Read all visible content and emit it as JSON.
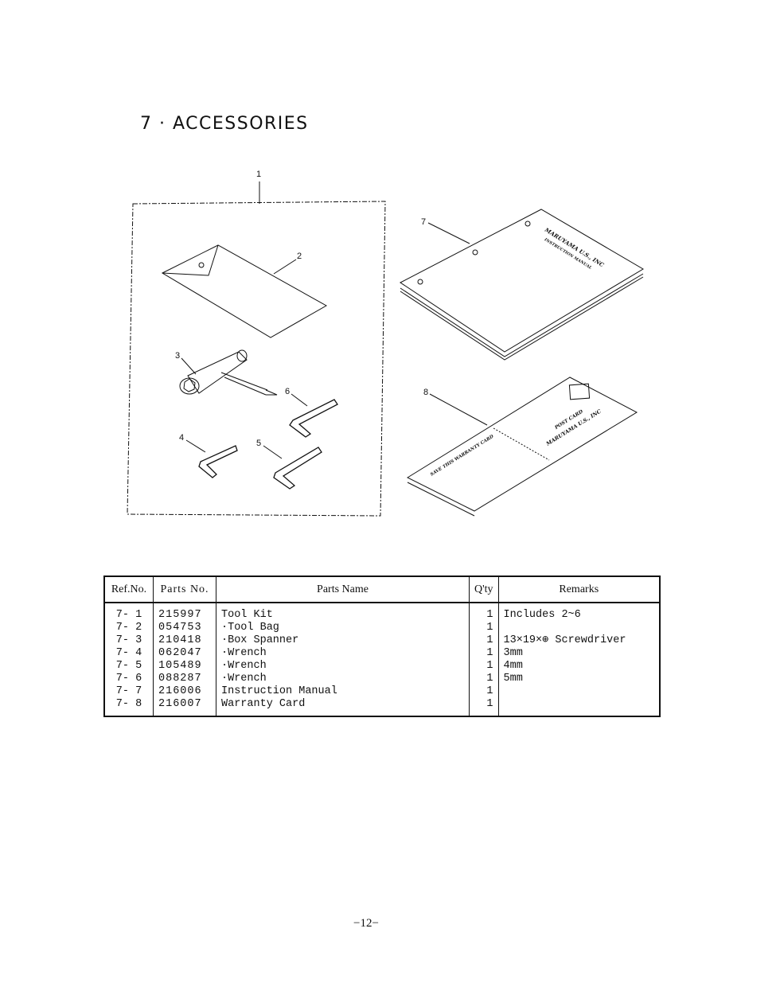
{
  "section_title": "7 · ACCESSORIES",
  "callouts": [
    "1",
    "2",
    "3",
    "4",
    "5",
    "6",
    "7",
    "8"
  ],
  "manual_cover_text": [
    "MARUYAMA U.S., INC",
    "INSTRUCTION MANUAL"
  ],
  "warranty_card_text": {
    "right_half": [
      "POST CARD",
      "MARUYAMA U.S., INC"
    ],
    "left_half": "SAVE THIS WARRANTY CARD"
  },
  "table": {
    "headers": [
      "Ref.No.",
      "Parts No.",
      "Parts Name",
      "Q'ty",
      "Remarks"
    ],
    "rows": [
      {
        "ref": "7- 1",
        "part_no": "215997",
        "name": "Tool Kit",
        "qty": "1",
        "remarks": "Includes 2~6"
      },
      {
        "ref": "7- 2",
        "part_no": "054753",
        "name": "·Tool Bag",
        "qty": "1",
        "remarks": ""
      },
      {
        "ref": "7- 3",
        "part_no": "210418",
        "name": "·Box Spanner",
        "qty": "1",
        "remarks": "13×19×⊕ Screwdriver"
      },
      {
        "ref": "7- 4",
        "part_no": "062047",
        "name": "·Wrench",
        "qty": "1",
        "remarks": "3mm"
      },
      {
        "ref": "7- 5",
        "part_no": "105489",
        "name": "·Wrench",
        "qty": "1",
        "remarks": "4mm"
      },
      {
        "ref": "7- 6",
        "part_no": "088287",
        "name": "·Wrench",
        "qty": "1",
        "remarks": "5mm"
      },
      {
        "ref": "7- 7",
        "part_no": "216006",
        "name": "Instruction Manual",
        "qty": "1",
        "remarks": ""
      },
      {
        "ref": "7- 8",
        "part_no": "216007",
        "name": "Warranty Card",
        "qty": "1",
        "remarks": ""
      }
    ]
  },
  "page_number": "−12−"
}
